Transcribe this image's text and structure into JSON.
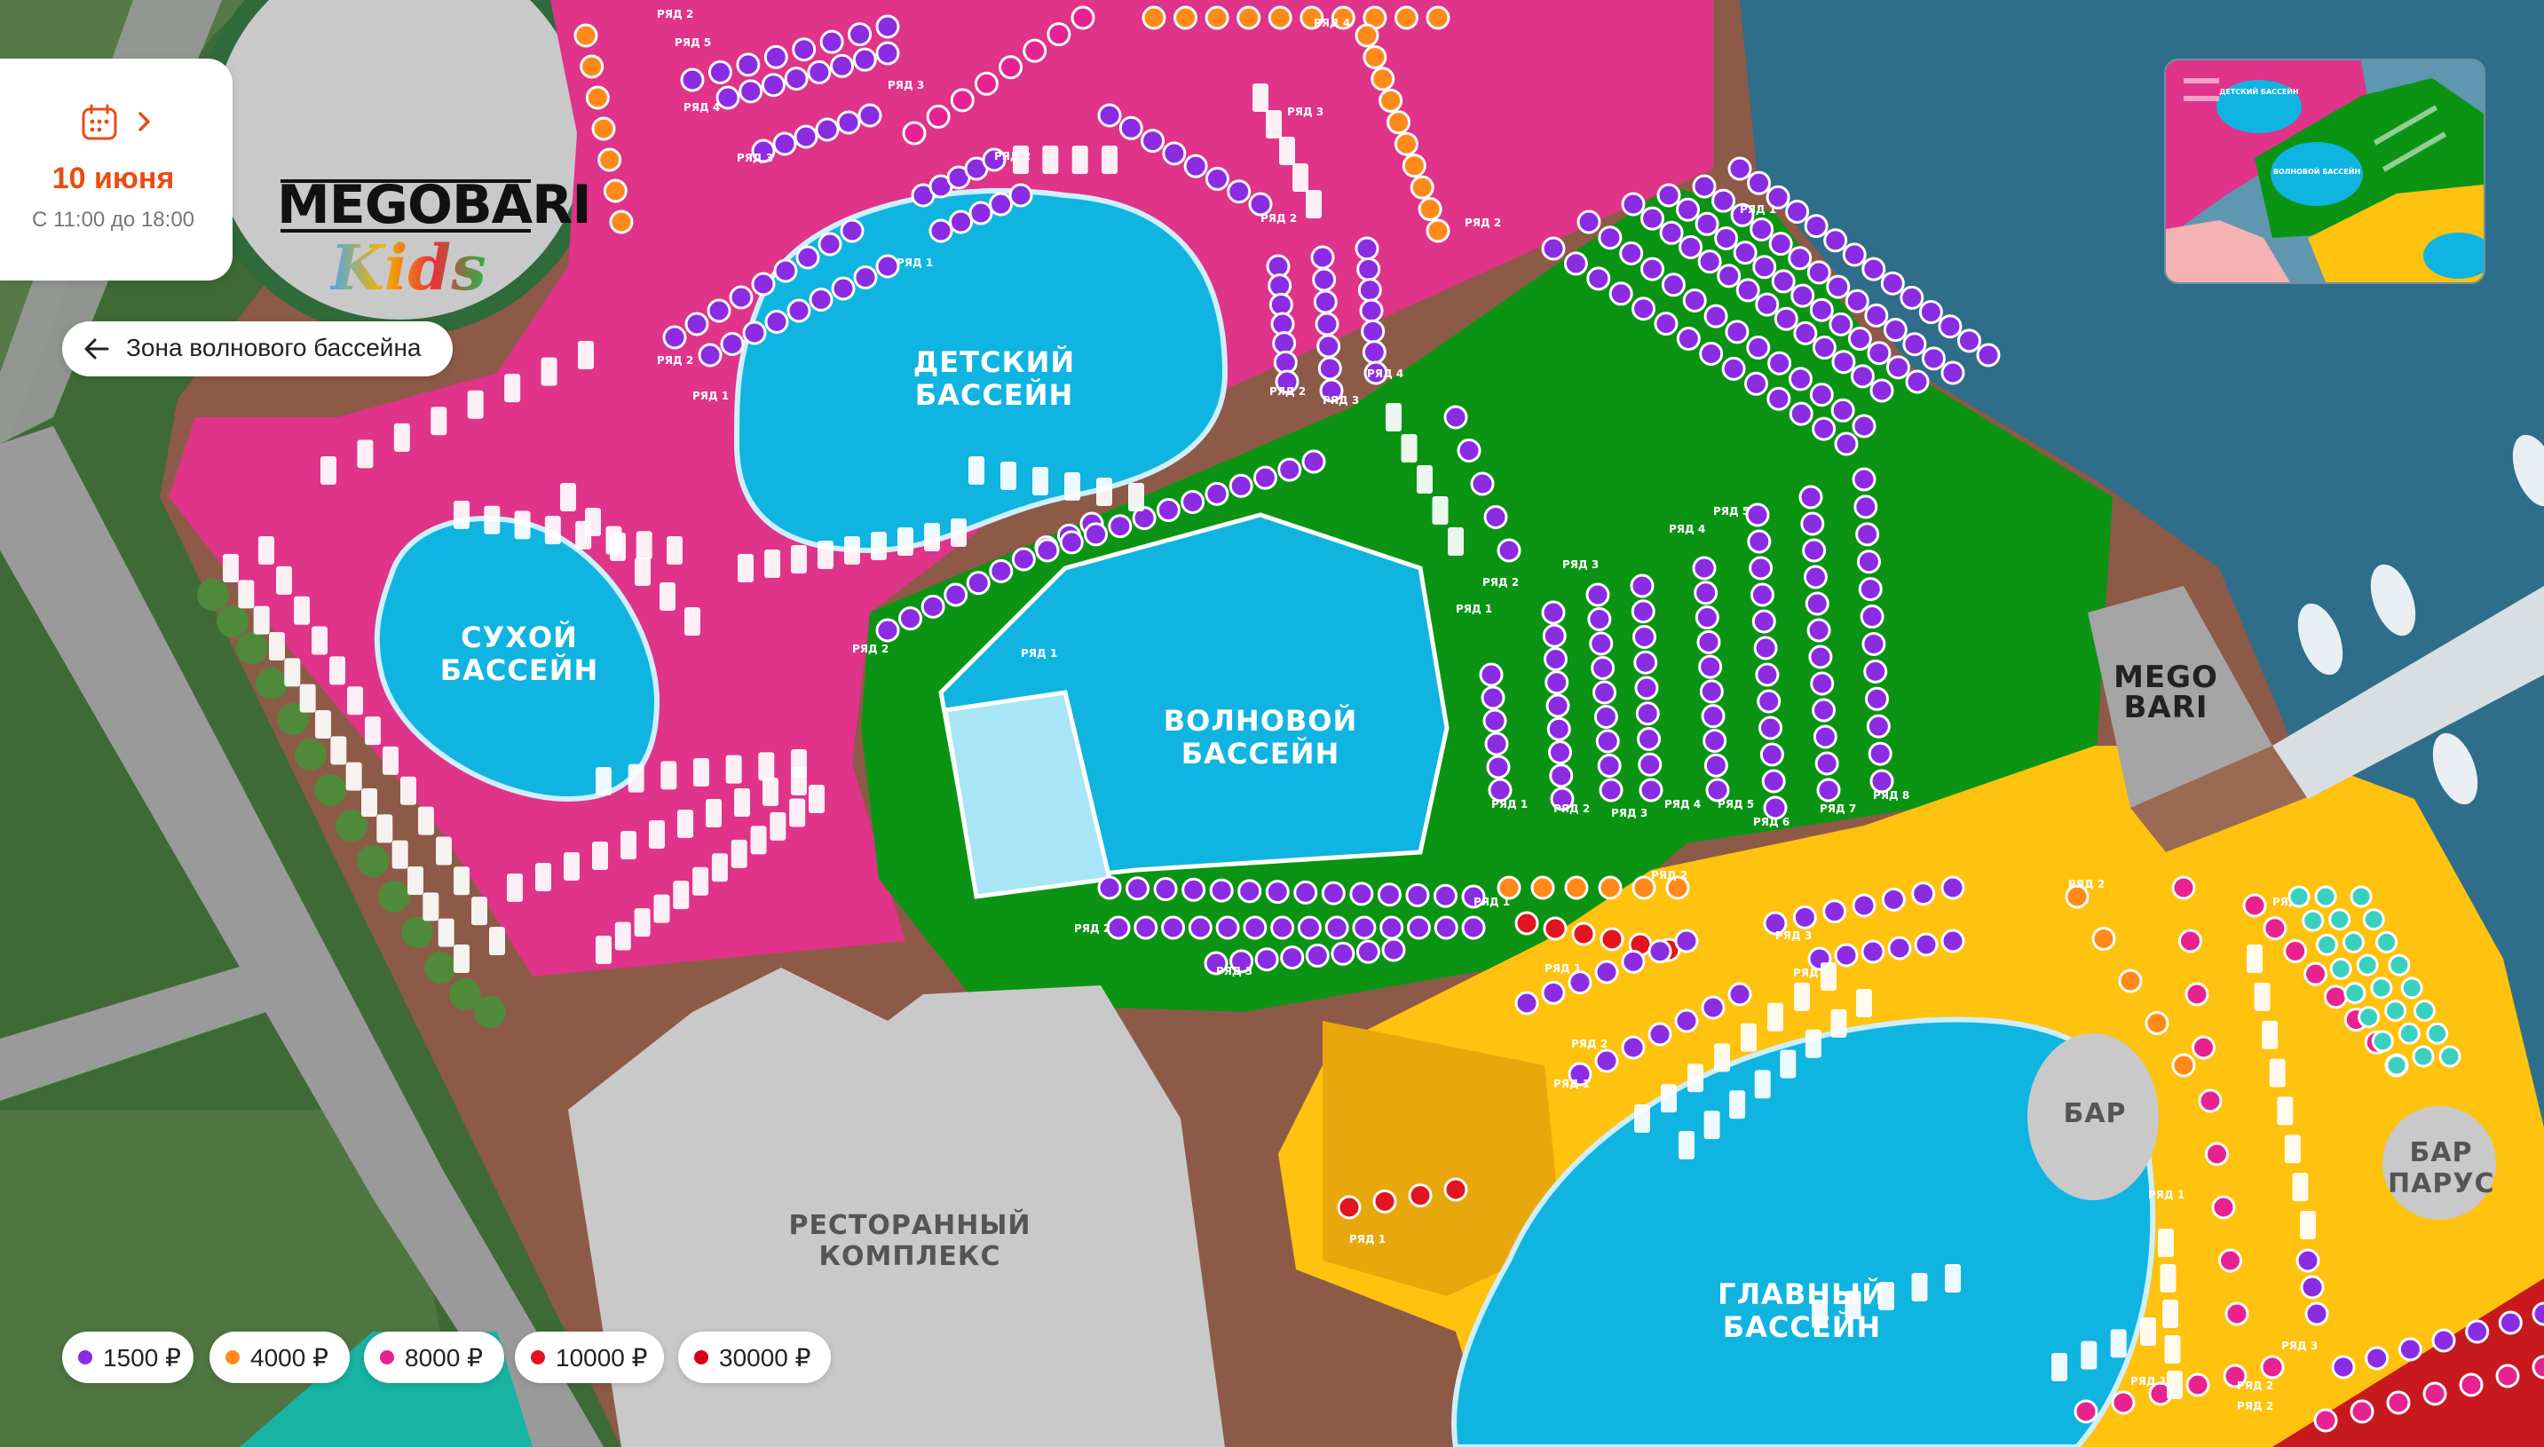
{
  "date_card": {
    "icon": "calendar-icon",
    "date": "10 июня",
    "time": "С 11:00 до 18:00"
  },
  "logo": {
    "mega": "MEGOBARI",
    "kids": "Kids"
  },
  "back_button": {
    "label": "Зона волнового бассейна"
  },
  "zones": {
    "kids_pool": "ДЕТСКИЙ\nБАССЕЙН",
    "dry_pool": "СУХОЙ\nБАССЕЙН",
    "wave_pool": "ВОЛНОВОЙ\nБАССЕЙН",
    "main_pool": "ГЛАВНЫЙ\nБАССЕЙН",
    "restaurant": "РЕСТОРАННЫЙ\nКОМПЛЕКС",
    "bar": "БАР",
    "bar_sail": "БАР\nПАРУС",
    "building_logo": "MEGO\nBARI"
  },
  "row_labels": {
    "r1": "РЯД 1",
    "r2": "РЯД 2",
    "r3": "РЯД 3",
    "r4": "РЯД 4",
    "r5": "РЯД 5",
    "r6": "РЯД 6",
    "r7": "РЯД 7",
    "r8": "РЯД 8"
  },
  "minimap": {
    "kids_pool": "ДЕТСКИЙ БАССЕЙН",
    "wave_pool": "ВОЛНОВОЙ БАССЕЙН"
  },
  "legend": [
    {
      "price": "1500 ₽",
      "color": "#8b2be2"
    },
    {
      "price": "4000 ₽",
      "color": "#ff8a1a"
    },
    {
      "price": "8000 ₽",
      "color": "#e8228f"
    },
    {
      "price": "10000 ₽",
      "color": "#e2141f"
    },
    {
      "price": "30000 ₽",
      "color": "#d6001c"
    }
  ],
  "colors": {
    "pink_zone": "#e0338a",
    "green_zone": "#0b9414",
    "yellow_zone": "#ffc20e",
    "pool": "#10b4e0",
    "ground": "#8d5a48",
    "water": "#2e6e8a",
    "grass": "#3e6a36",
    "accent": "#e94c13"
  }
}
